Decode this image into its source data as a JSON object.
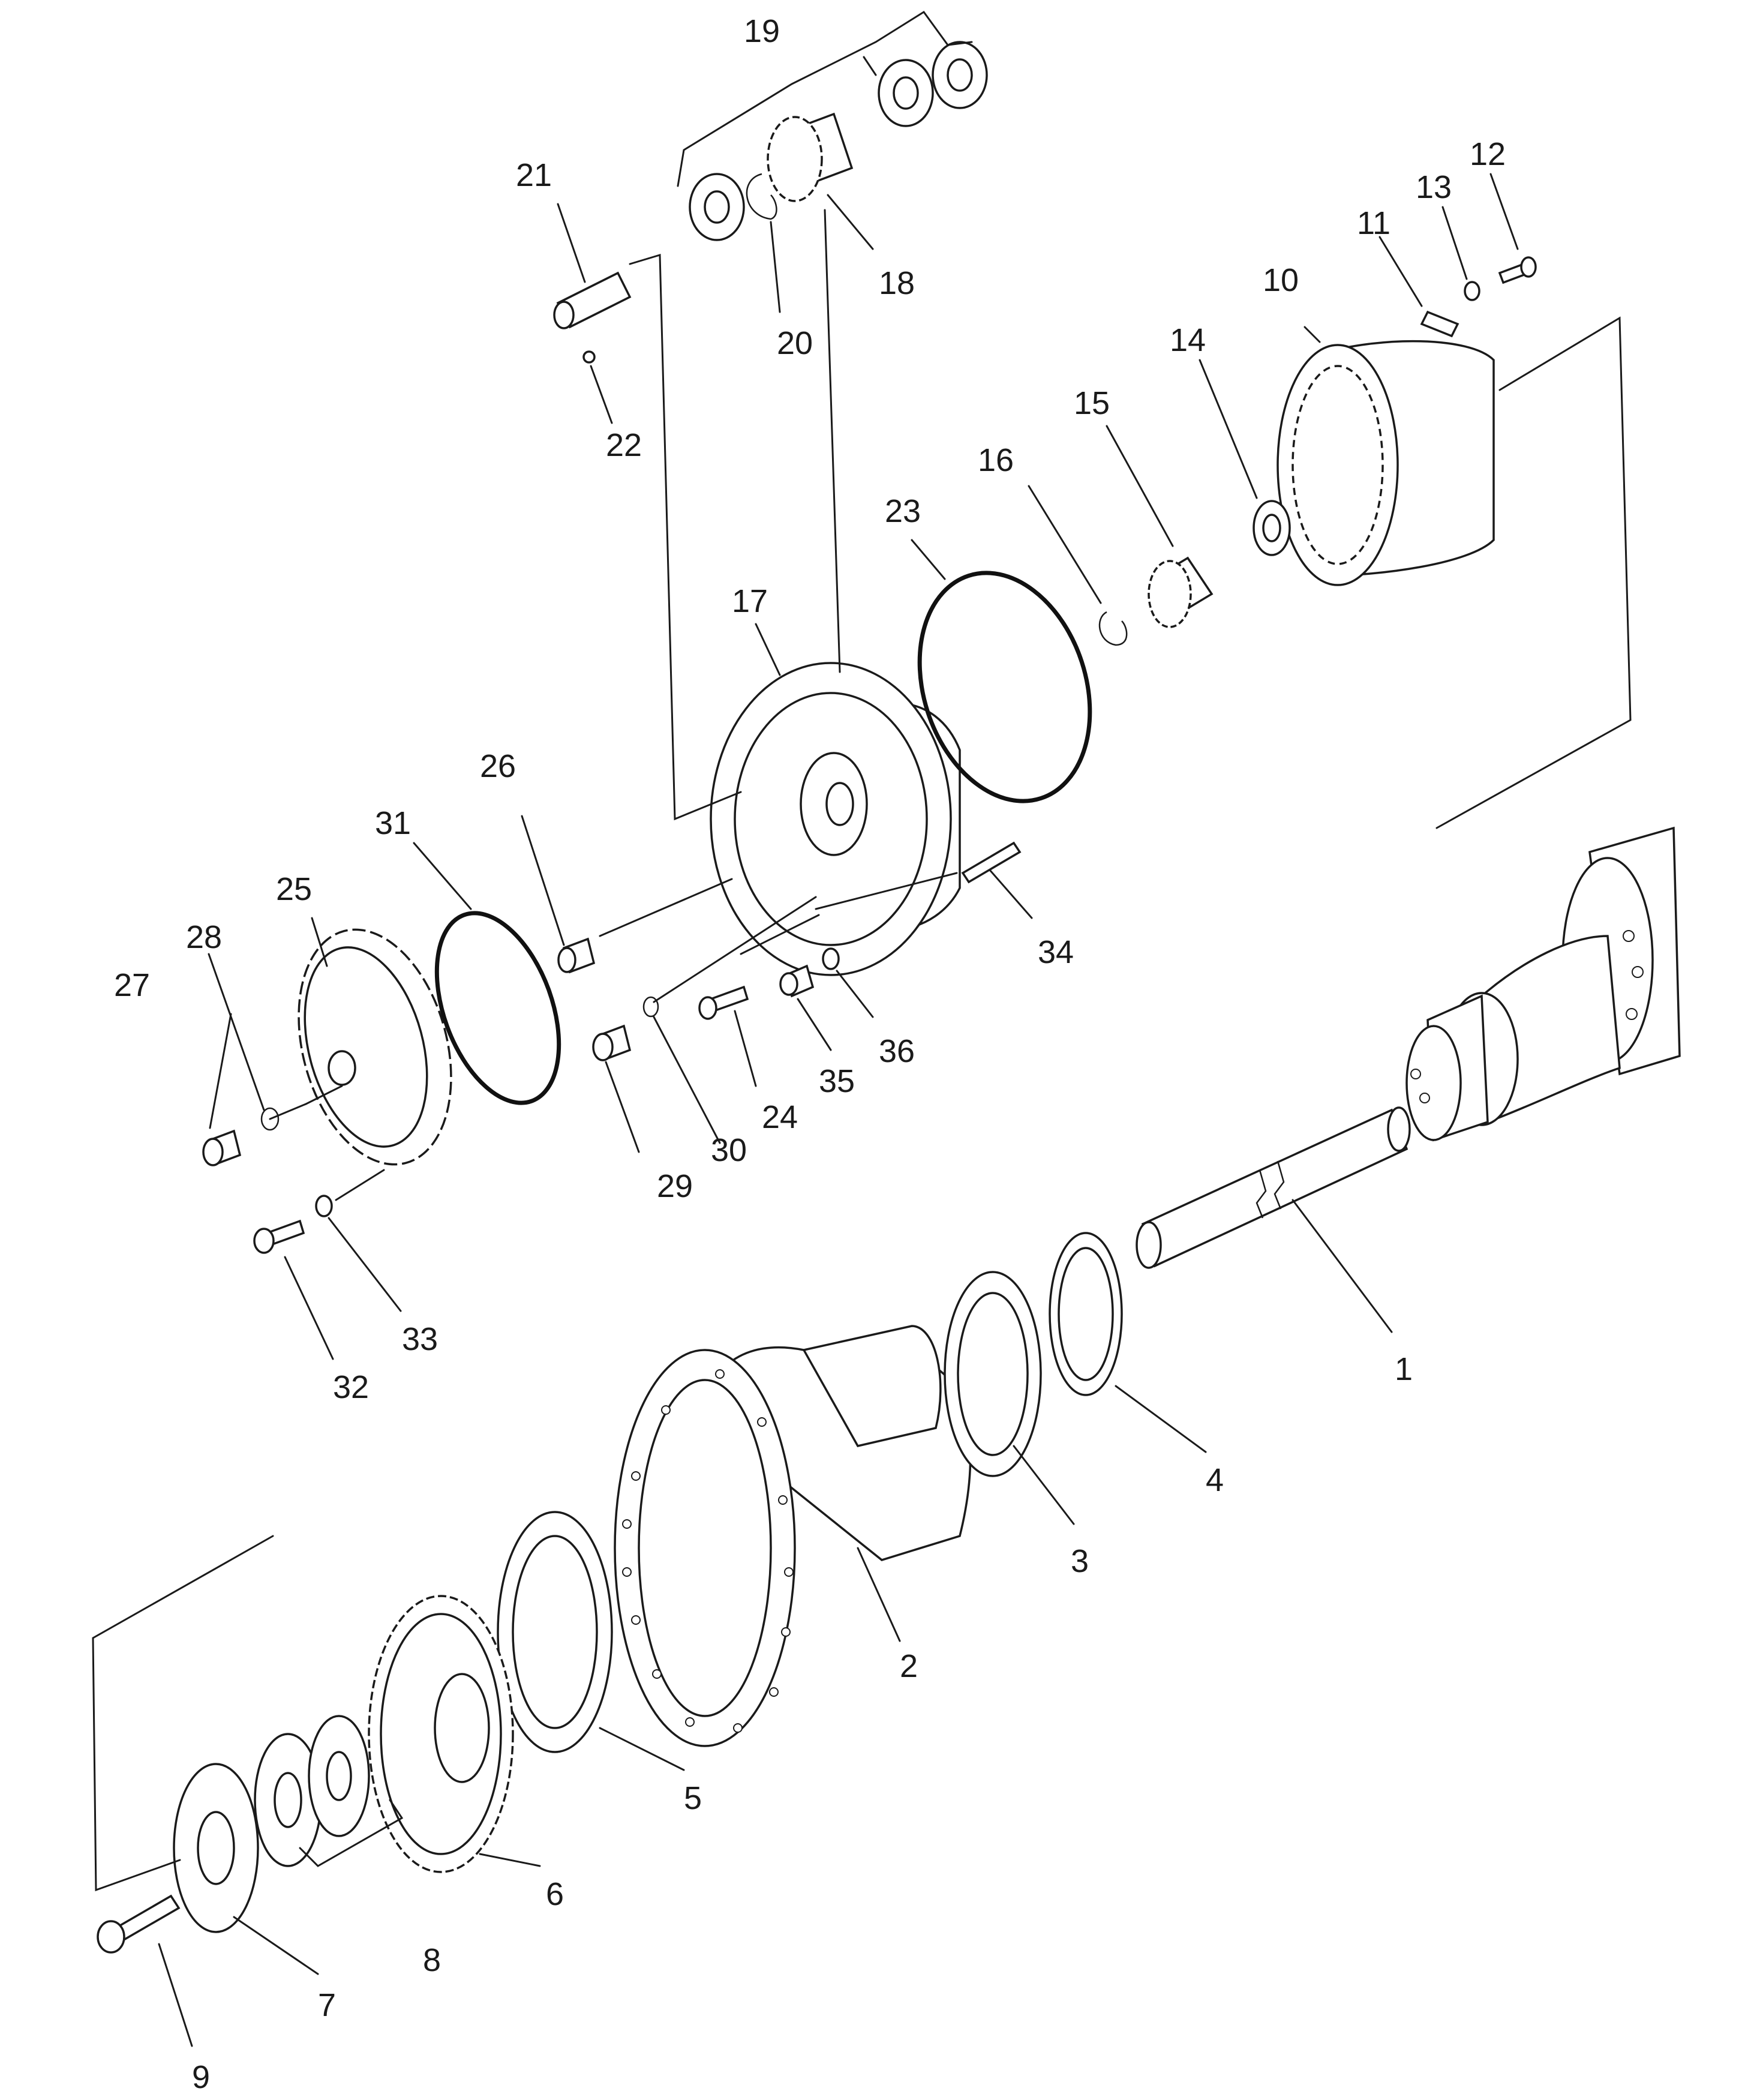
{
  "callouts": [
    {
      "id": "1",
      "text": "1"
    },
    {
      "id": "2",
      "text": "2"
    },
    {
      "id": "3",
      "text": "3"
    },
    {
      "id": "4",
      "text": "4"
    },
    {
      "id": "5",
      "text": "5"
    },
    {
      "id": "6",
      "text": "6"
    },
    {
      "id": "7",
      "text": "7"
    },
    {
      "id": "8",
      "text": "8"
    },
    {
      "id": "9",
      "text": "9"
    },
    {
      "id": "10",
      "text": "10"
    },
    {
      "id": "11",
      "text": "11"
    },
    {
      "id": "12",
      "text": "12"
    },
    {
      "id": "13",
      "text": "13"
    },
    {
      "id": "14",
      "text": "14"
    },
    {
      "id": "15",
      "text": "15"
    },
    {
      "id": "16",
      "text": "16"
    },
    {
      "id": "17",
      "text": "17"
    },
    {
      "id": "18",
      "text": "18"
    },
    {
      "id": "19",
      "text": "19"
    },
    {
      "id": "20",
      "text": "20"
    },
    {
      "id": "21",
      "text": "21"
    },
    {
      "id": "22",
      "text": "22"
    },
    {
      "id": "23",
      "text": "23"
    },
    {
      "id": "24",
      "text": "24"
    },
    {
      "id": "25",
      "text": "25"
    },
    {
      "id": "26",
      "text": "26"
    },
    {
      "id": "27",
      "text": "27"
    },
    {
      "id": "28",
      "text": "28"
    },
    {
      "id": "29",
      "text": "29"
    },
    {
      "id": "30",
      "text": "30"
    },
    {
      "id": "31",
      "text": "31"
    },
    {
      "id": "32",
      "text": "32"
    },
    {
      "id": "33",
      "text": "33"
    },
    {
      "id": "34",
      "text": "34"
    },
    {
      "id": "35",
      "text": "35"
    },
    {
      "id": "36",
      "text": "36"
    }
  ],
  "colors": {
    "ink": "#1a1a1a",
    "paper": "#ffffff"
  }
}
